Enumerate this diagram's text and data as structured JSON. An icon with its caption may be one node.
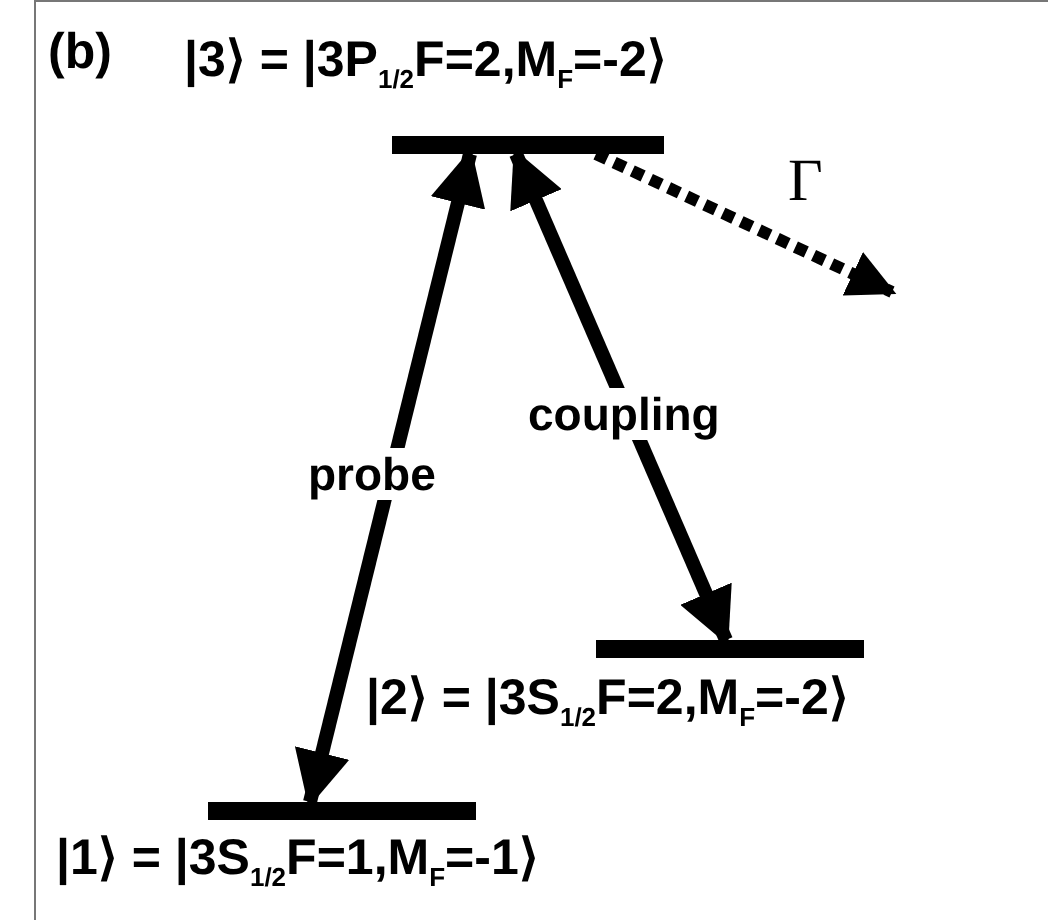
{
  "diagram": {
    "nodes": [
      {
        "text": [
          "|3⟩ = |3P$_{1/2}$F=2,M$_{F}$=-2⟩"
        ]
      },
      {
        "text": [
          "|2⟩ = |3S$_{1/2}$F=2,M$_{F}$=-2⟩"
        ]
      },
      {
        "text": [
          "|1⟩ = |3S$_{1/2}$F=1,M$_{F}$=-1⟩"
        ]
      }
    ],
    "edges": [
      {
        "from": 2,
        "to": 0,
        "arrow": "both",
        "label": "probe"
      },
      {
        "from": 1,
        "to": 0,
        "arrow": "both",
        "label": "coupling"
      },
      {
        "from": 0,
        "to": null,
        "arrow": "to",
        "label": "Γ",
        "style": "dashed"
      }
    ],
    "labels": [
      "(b)"
    ]
  }
}
